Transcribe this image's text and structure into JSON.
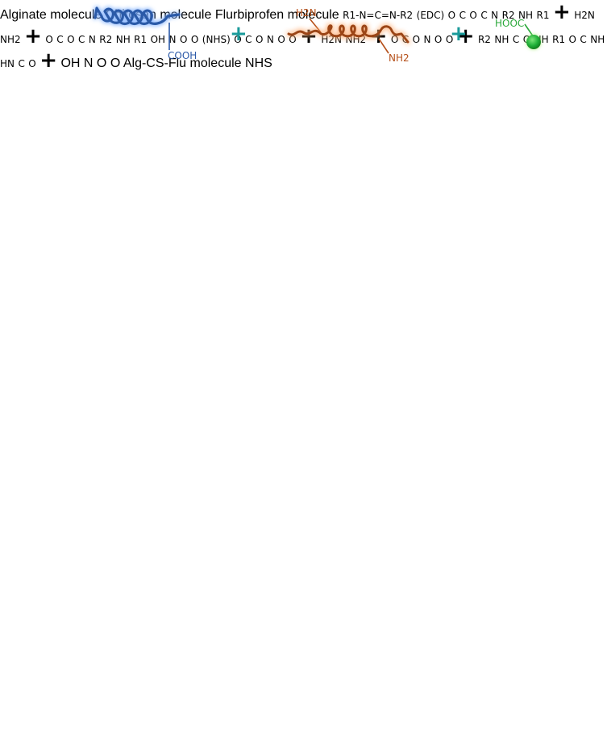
{
  "labels": {
    "alginate": "Alginate molecule",
    "chitosan": "Chitosan molecule",
    "flurbiprofen": "Flurbiprofen molecule",
    "product": "Alg-CS-Flu molecule",
    "nhs_product": "NHS"
  },
  "reagents": {
    "edc_formula": "R1-N=C=N-R2",
    "edc_name": "(EDC)",
    "nhs_name": "(NHS)"
  },
  "groups": {
    "cooh": "COOH",
    "hooc": "HOOC",
    "h2n": "H2N",
    "nh2": "NH2",
    "o": "O",
    "c": "C",
    "n": "N",
    "oh": "OH",
    "nh": "NH",
    "hn": "HN",
    "r1": "R1",
    "r2": "R2",
    "plus": "+"
  },
  "colors": {
    "alginate": "#2c5aa8",
    "chitosan": "#b5501a",
    "flurbiprofen": "#2aa83a",
    "reagent": "#808080",
    "arrow": "#7ec2c4",
    "plus": "#1a9a9a"
  }
}
